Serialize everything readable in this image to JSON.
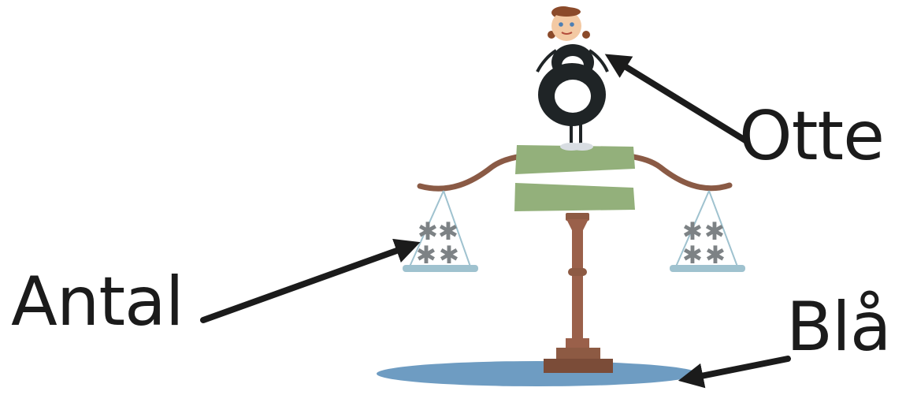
{
  "labels": {
    "otte": "Otte",
    "antal": "Antal",
    "bla": "Blå"
  },
  "colors": {
    "arrow": "#1b1b1b",
    "figure_body": "#1f2426",
    "beam": "#8a5a45",
    "sign": "#93b07b",
    "pan_rope": "#9fc2cf",
    "pan": "#9fc2cf",
    "stars": "#7d8285",
    "pole": "#9a604a",
    "base": "#8d5a43",
    "shadow": "#6e9cc2",
    "skin": "#f3c9a3",
    "hair": "#8b4a2a"
  },
  "icons": {
    "figure": "number-eight-character-icon",
    "scale": "balance-scale-icon",
    "star": "star-icon"
  },
  "counts": {
    "left_pan_stars": 4,
    "right_pan_stars": 4
  }
}
